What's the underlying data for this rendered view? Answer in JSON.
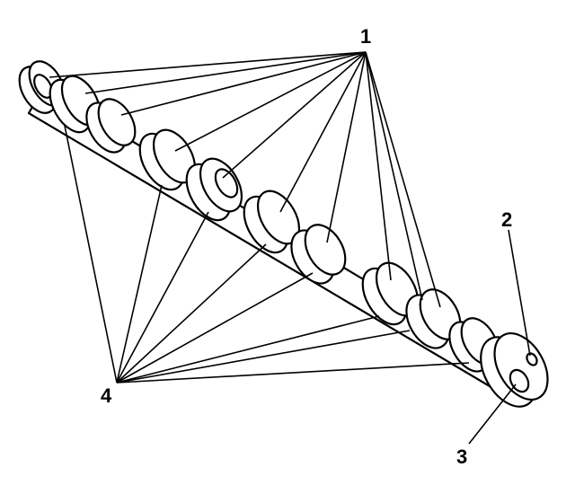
{
  "callouts": {
    "one": "1",
    "two": "2",
    "three": "3",
    "four": "4"
  },
  "colors": {
    "ink": "#000000",
    "paper": "#ffffff"
  }
}
